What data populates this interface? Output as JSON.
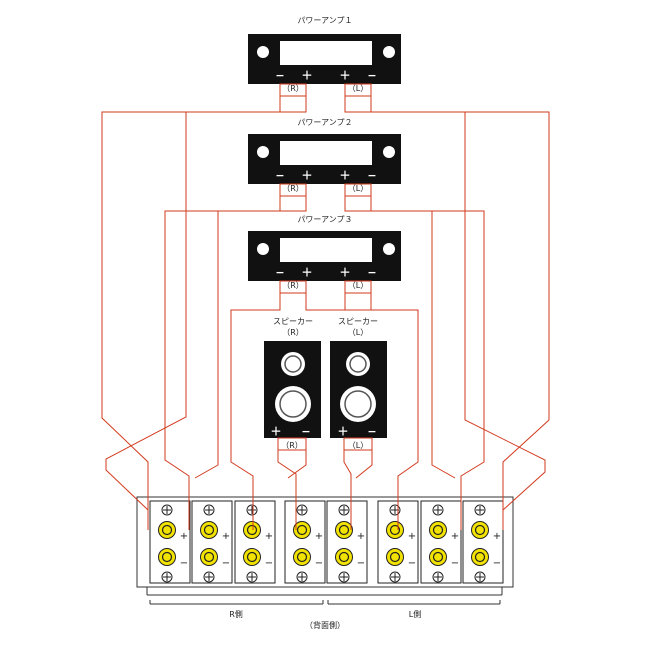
{
  "amps": [
    {
      "title": "パワーアンプ１",
      "minus": "−",
      "plus": "＋",
      "ch_r": "（R）",
      "ch_l": "（L）"
    },
    {
      "title": "パワーアンプ２",
      "minus": "−",
      "plus": "＋",
      "ch_r": "（R）",
      "ch_l": "（L）"
    },
    {
      "title": "パワーアンプ３",
      "minus": "−",
      "plus": "＋",
      "ch_r": "（R）",
      "ch_l": "（L）"
    }
  ],
  "speakers": [
    {
      "title": "スピーカー",
      "channel": "（R）",
      "plus": "＋",
      "minus": "−",
      "tag": "（R）"
    },
    {
      "title": "スピーカー",
      "channel": "（L）",
      "plus": "＋",
      "minus": "−",
      "tag": "（L）"
    }
  ],
  "selector": {
    "terminal_plus": "+",
    "terminal_minus": "−",
    "left_label": "R側",
    "right_label": "L側",
    "bottom_label": "（背面側）"
  },
  "colors": {
    "wire": "#d23a1e",
    "unit": "#111111",
    "jack": "#f2e200",
    "panel": "#333333"
  }
}
